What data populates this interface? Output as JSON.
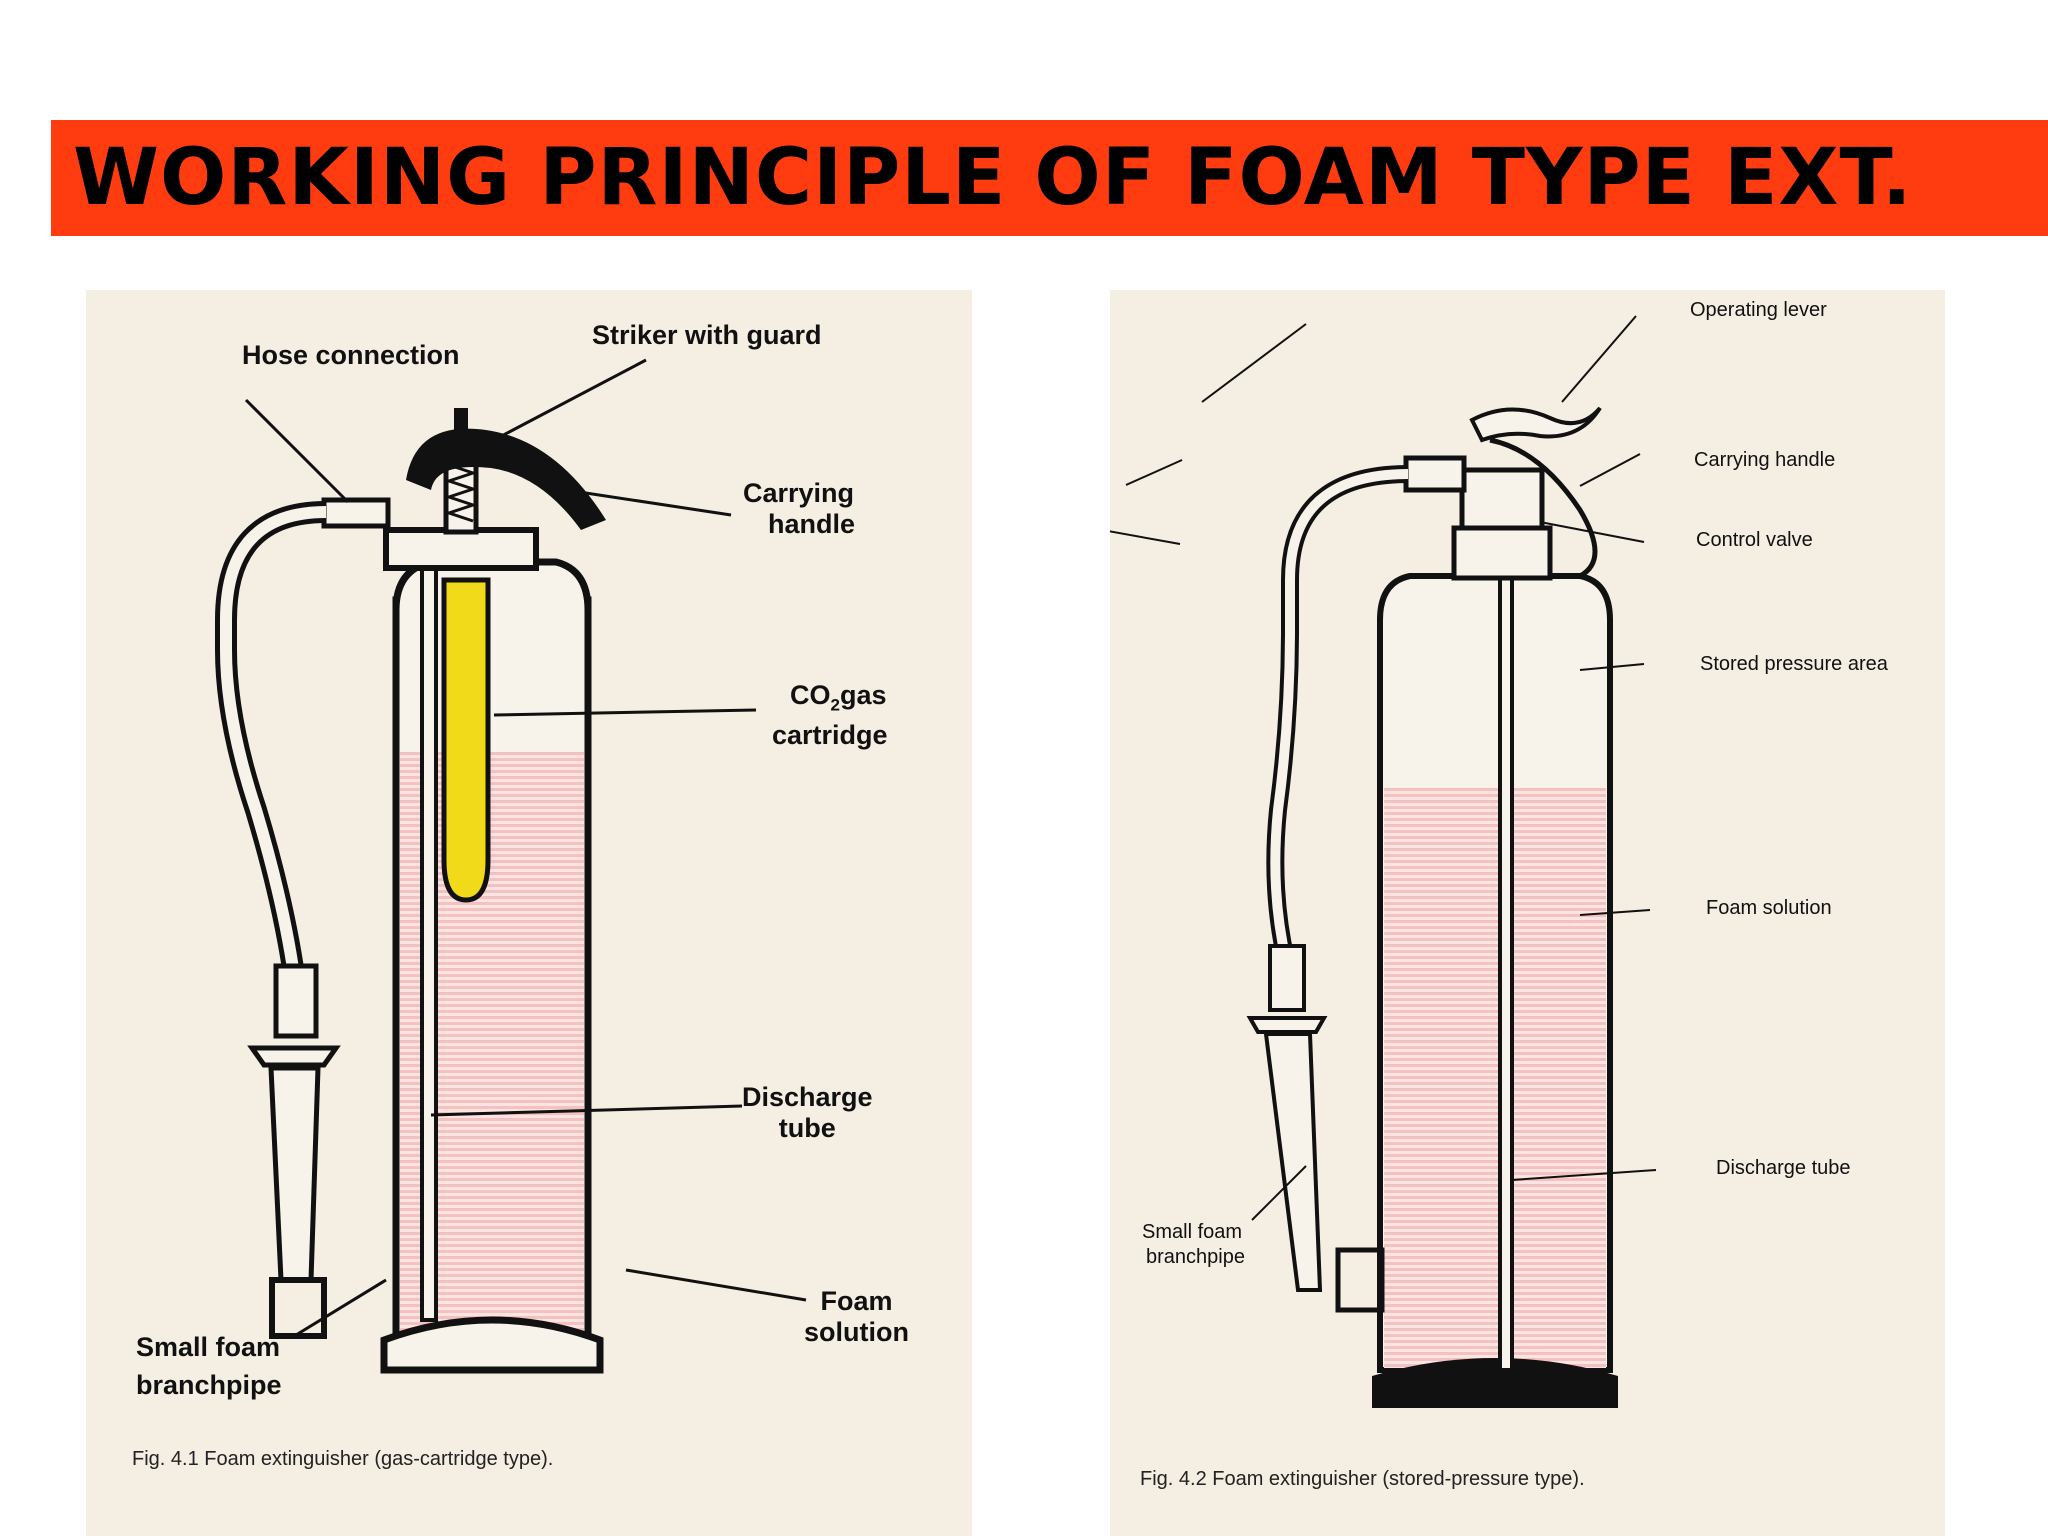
{
  "title": "WORKING PRINCIPLE OF FOAM TYPE EXT.",
  "colors": {
    "banner": "#ff3c10",
    "page_background": "#f4eee3",
    "foam": "#f3c6c4",
    "cartridge": "#f0da1a",
    "ink": "#111111"
  },
  "figures": [
    {
      "caption": "Fig. 4.1 Foam extinguisher (gas-cartridge type).",
      "labels": {
        "hose_connection": "Hose connection",
        "striker": "Striker with guard",
        "carrying_handle": [
          "Carrying",
          "handle"
        ],
        "co2_cartridge": [
          "CO",
          "2",
          "gas",
          "cartridge"
        ],
        "discharge_tube": [
          "Discharge",
          "tube"
        ],
        "foam_solution": [
          "Foam",
          "solution"
        ],
        "branchpipe": [
          "Small foam",
          "branchpipe"
        ]
      }
    },
    {
      "caption": "Fig. 4.2 Foam extinguisher (stored-pressure type).",
      "labels": {
        "operating_lever": "Operating lever",
        "carrying_handle": "Carrying handle",
        "control_valve": "Control valve",
        "stored_pressure": "Stored pressure area",
        "foam_solution": "Foam solution",
        "discharge_tube": "Discharge tube",
        "branchpipe": [
          "Small foam",
          "branchpipe"
        ]
      }
    }
  ]
}
